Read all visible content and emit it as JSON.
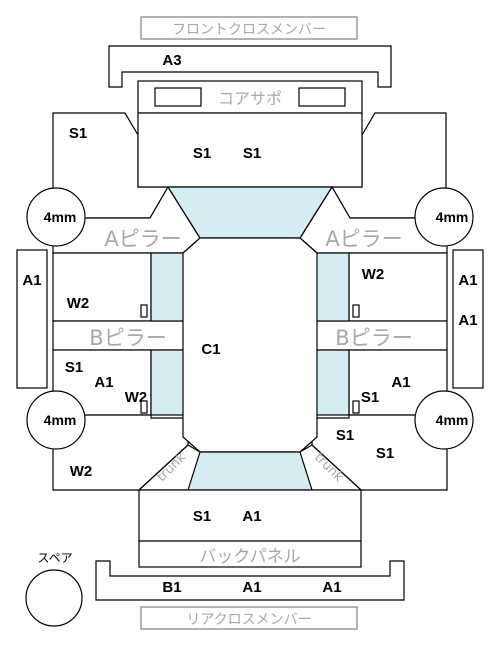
{
  "labels": {
    "front_cross_member": "フロントクロスメンバー",
    "core_support": "コアサポ",
    "a_pillar": "Aピラー",
    "b_pillar": "Bピラー",
    "back_panel": "バックパネル",
    "rear_cross_member": "リアクロスメンバー",
    "spare": "スペア",
    "trunk": "trunk"
  },
  "codes": {
    "front_cross_member_rail": "A3",
    "front_left_side_member": "S1",
    "core_support_left": "S1",
    "core_support_right": "S1",
    "left_front_rocker": "A1",
    "right_front_rocker": "A1",
    "right_rear_rocker": "A1",
    "left_front_door": "W2",
    "right_front_door": "W2",
    "roof": "C1",
    "left_rear_door_s": "S1",
    "left_rear_door_a": "A1",
    "left_rear_door_w": "W2",
    "right_rear_door_a": "A1",
    "right_rear_door_s": "S1",
    "right_rear_quarter_upper": "S1",
    "right_rear_quarter_lower": "S1",
    "left_rear_quarter": "W2",
    "trunk_s": "S1",
    "trunk_a": "A1",
    "rear_member_b": "B1",
    "rear_member_a_left": "A1",
    "rear_member_a_right": "A1"
  },
  "tires": {
    "front_left": "4mm",
    "front_right": "4mm",
    "rear_left": "4mm",
    "rear_right": "4mm"
  }
}
